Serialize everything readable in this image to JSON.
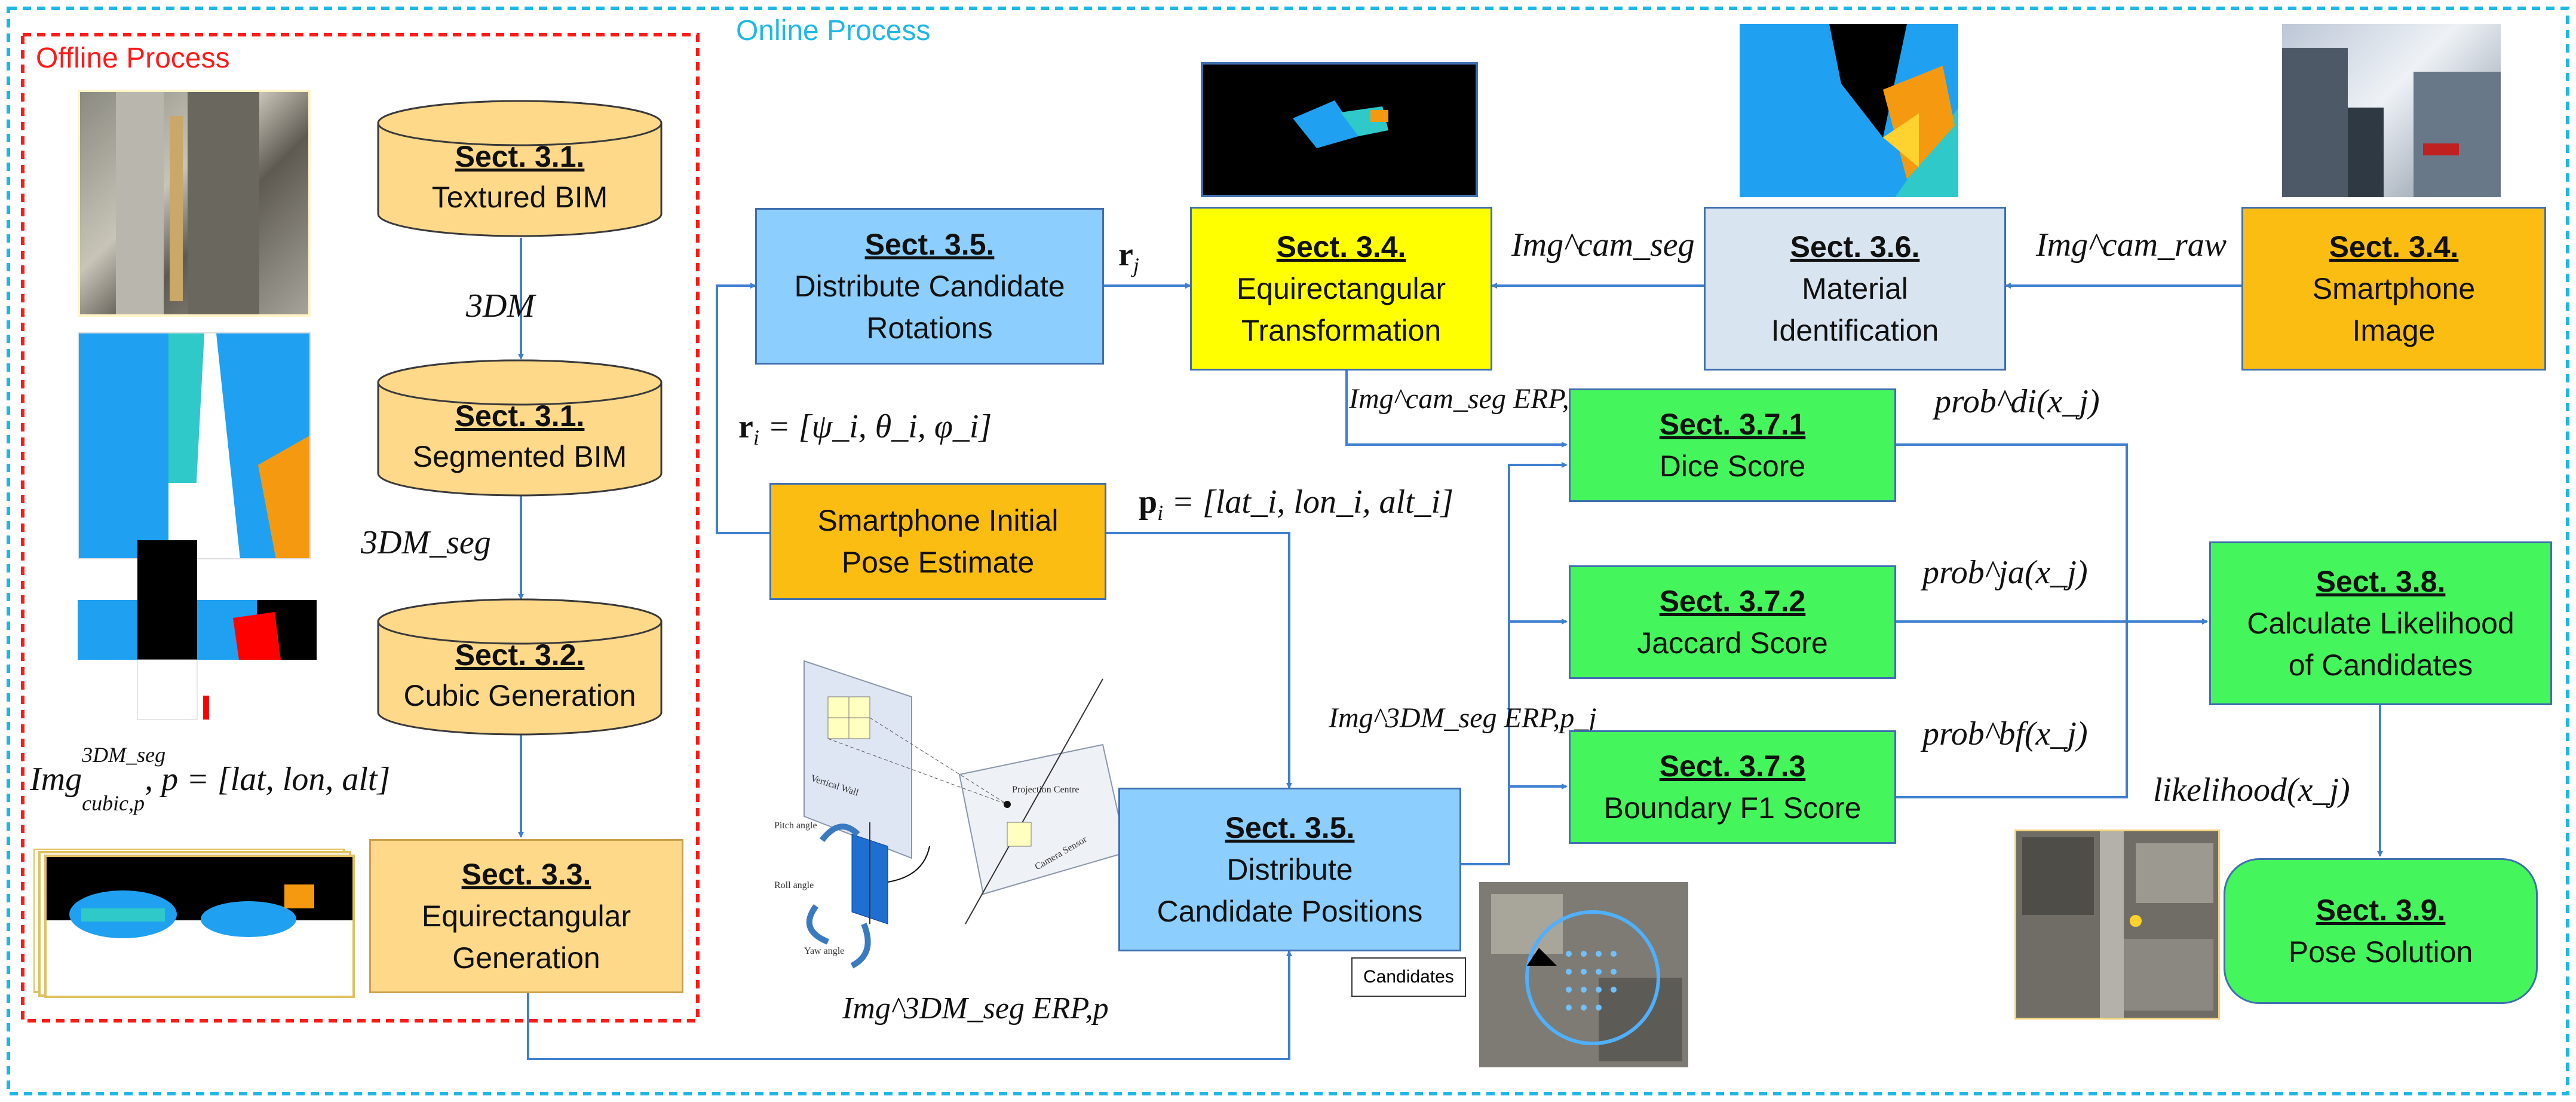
{
  "regions": {
    "offline_label": "Offline Process",
    "online_label": "Online Process"
  },
  "colors": {
    "online_border": "#1fb8e6",
    "offline_border": "#ff1a1a",
    "arrow": "#3f7fd0",
    "blue_box": "#8ccfff",
    "yellow_box": "#ffff00",
    "orange_box": "#fbbd11",
    "green_box": "#44f55c",
    "grey_box": "#d8e4f0",
    "cylinder": "#ffd98a"
  },
  "nodes": {
    "textured_bim": {
      "heading": "Sect. 3.1.",
      "text": "Textured BIM"
    },
    "segmented_bim": {
      "heading": "Sect. 3.1.",
      "text": "Segmented BIM"
    },
    "cubic_generation": {
      "heading": "Sect. 3.2.",
      "text": "Cubic Generation"
    },
    "equirect_generation": {
      "heading": "Sect. 3.3.",
      "text1": "Equirectangular",
      "text2": "Generation"
    },
    "distribute_rotations": {
      "heading": "Sect. 3.5.",
      "text1": "Distribute Candidate",
      "text2": "Rotations"
    },
    "equirect_transformation": {
      "heading": "Sect. 3.4.",
      "text1": "Equirectangular",
      "text2": "Transformation"
    },
    "material_identification": {
      "heading": "Sect. 3.6.",
      "text1": "Material",
      "text2": "Identification"
    },
    "smartphone_image": {
      "heading": "Sect. 3.4.",
      "text1": "Smartphone",
      "text2": "Image"
    },
    "initial_pose": {
      "text1": "Smartphone Initial",
      "text2": "Pose Estimate"
    },
    "dice_score": {
      "heading": "Sect. 3.7.1",
      "text": "Dice Score"
    },
    "jaccard_score": {
      "heading": "Sect. 3.7.2",
      "text": "Jaccard Score"
    },
    "boundary_f1": {
      "heading": "Sect. 3.7.3",
      "text": "Boundary F1 Score"
    },
    "distribute_positions": {
      "heading": "Sect. 3.5.",
      "text1": "Distribute",
      "text2": "Candidate Positions"
    },
    "calc_likelihood": {
      "heading": "Sect. 3.8.",
      "text1": "Calculate Likelihood",
      "text2": "of Candidates"
    },
    "pose_solution": {
      "heading": "Sect. 3.9.",
      "text": "Pose Solution"
    }
  },
  "labels": {
    "three_dm": "3DM",
    "three_dm_seg": "3DM_seg",
    "img_cubic_base": "Img",
    "img_cubic_sup": "3DM_seg",
    "img_cubic_sub": "cubic,p",
    "img_cubic_rest": ", p = [lat, lon, alt]",
    "r_j": "r",
    "r_j_sub": "j",
    "r_i_lhs": "r",
    "r_i_sub": "i",
    "r_i_rhs": " = [ψ_i, θ_i, φ_i]",
    "p_i_lhs": "p",
    "p_i_sub": "i",
    "p_i_rhs": " = [lat_i, lon_i, alt_i]",
    "img_cam_seg": "Img^cam_seg",
    "img_cam_raw": "Img^cam_raw",
    "img_erp_ri": "Img^cam_seg ERP,r_i",
    "img_erp_pj": "Img^3DM_seg ERP,p_j",
    "img_erp_p": "Img^3DM_seg ERP,p",
    "prob_di": "prob^di(x_j)",
    "prob_ja": "prob^ja(x_j)",
    "prob_bf": "prob^bf(x_j)",
    "likelihood": "likelihood(x_j)"
  },
  "camera_diagram": {
    "vertical_wall": "Vertical Wall",
    "projection_centre": "Projection Centre",
    "camera_sensor": "Camera Sensor",
    "pitch_angle": "Pitch angle",
    "roll_angle": "Roll angle",
    "yaw_angle": "Yaw angle"
  },
  "candidates_callout": "Candidates"
}
